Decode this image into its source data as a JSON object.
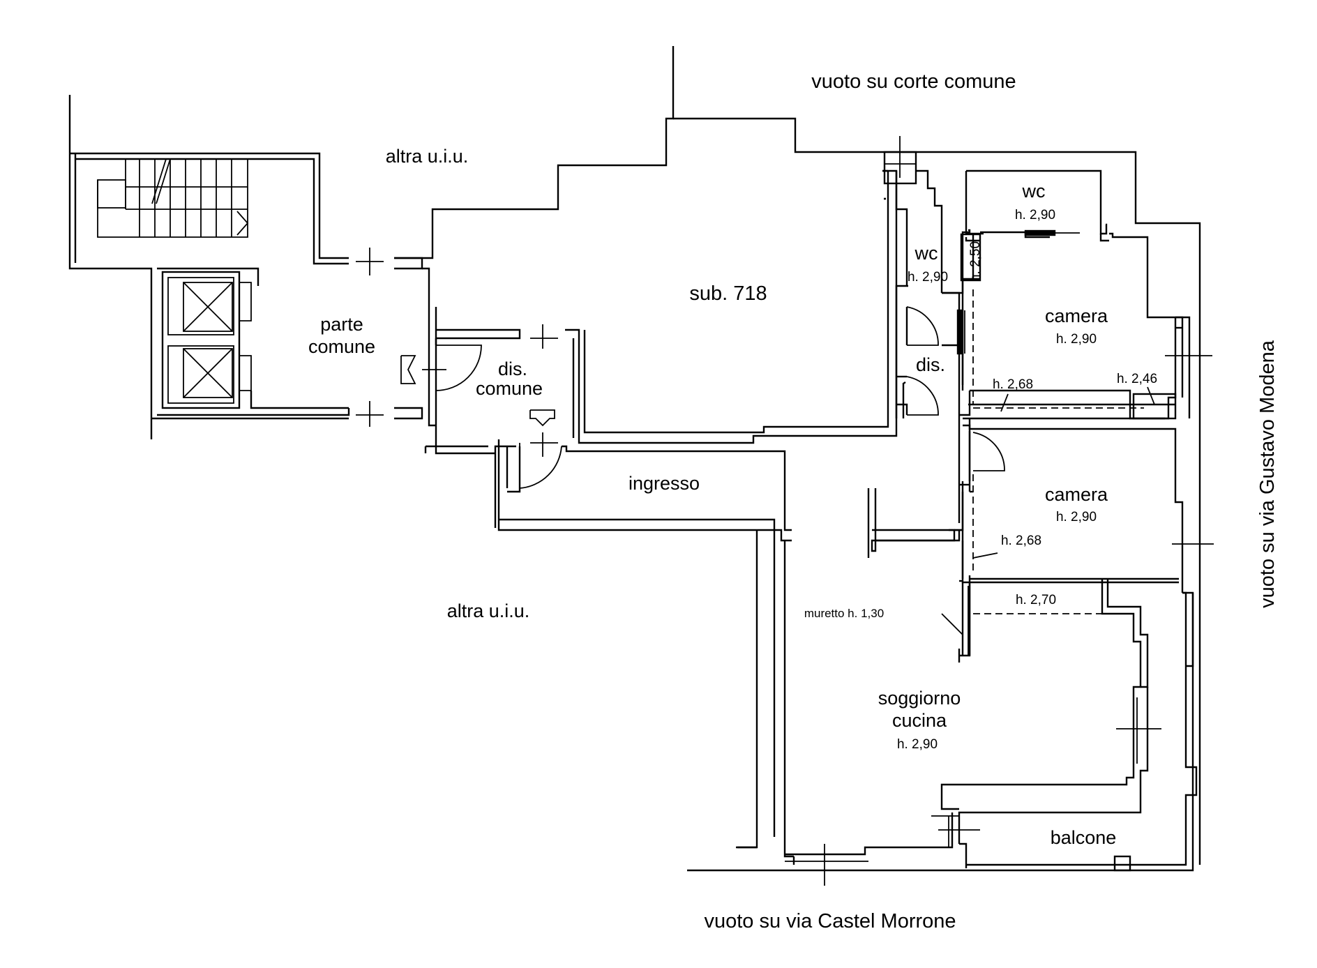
{
  "surroundings": {
    "top_courtyard": "vuoto su corte comune",
    "right_street": "vuoto su via Gustavo Modena",
    "bottom_street": "vuoto su via Castel Morrone",
    "neighbor_top": "altra u.i.u.",
    "neighbor_bottom": "altra u.i.u."
  },
  "units": {
    "sub": "sub. 718"
  },
  "rooms": {
    "parte_comune": [
      "parte",
      "comune"
    ],
    "dis_comune": [
      "dis.",
      "comune"
    ],
    "ingresso": "ingresso",
    "wc_small": {
      "name": "wc",
      "height": "h. 2,90"
    },
    "wc_top": {
      "name": "wc",
      "height": "h. 2,90"
    },
    "dis": "dis.",
    "camera_top": {
      "name": "camera",
      "height": "h. 2,90"
    },
    "camera_mid": {
      "name": "camera",
      "height": "h. 2,90"
    },
    "soggiorno": {
      "name": [
        "soggiorno",
        "cucina"
      ],
      "height": "h. 2,90"
    },
    "balcone": "balcone"
  },
  "heights": {
    "h250": "h. 2,50",
    "h268_top": "h. 2,68",
    "h246": "h. 2,46",
    "h268_mid": "h. 2,68",
    "h270": "h. 2,70",
    "muretto": "muretto h. 1,30"
  }
}
